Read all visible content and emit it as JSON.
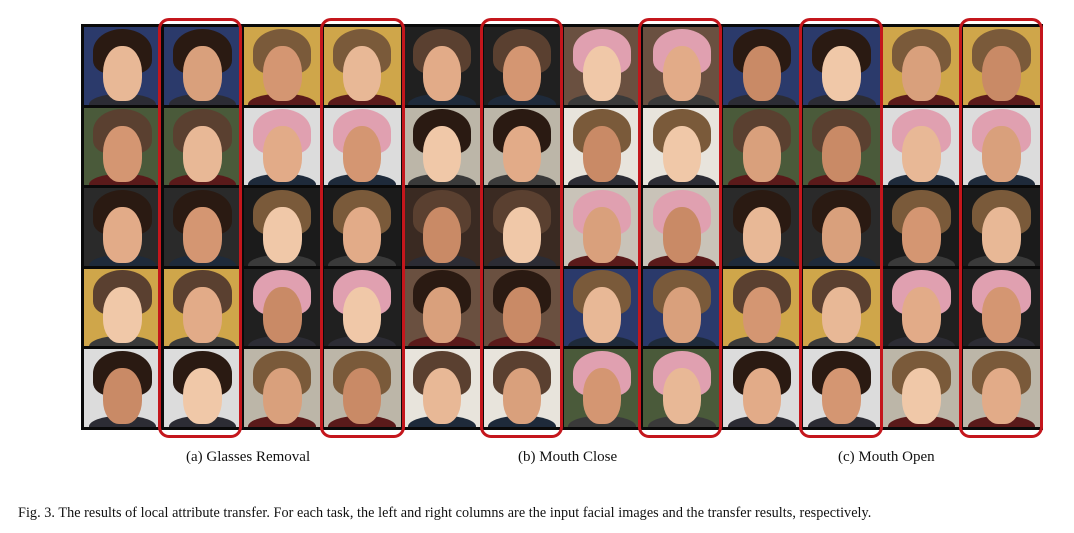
{
  "figure": {
    "panel_labels": [
      "(a) Glasses Removal",
      "(b) Mouth Close",
      "(c) Mouth Open"
    ],
    "caption": "Fig. 3.  The results of local attribute transfer. For each task, the left and right columns are the input facial images and the transfer results, respectively.",
    "grid": {
      "rows": 5,
      "columns": 12,
      "highlighted_columns": [
        2,
        4,
        6,
        8,
        10,
        12
      ]
    },
    "colors": {
      "highlight_border": "#c4161c",
      "background": "#0a0a0a"
    }
  }
}
